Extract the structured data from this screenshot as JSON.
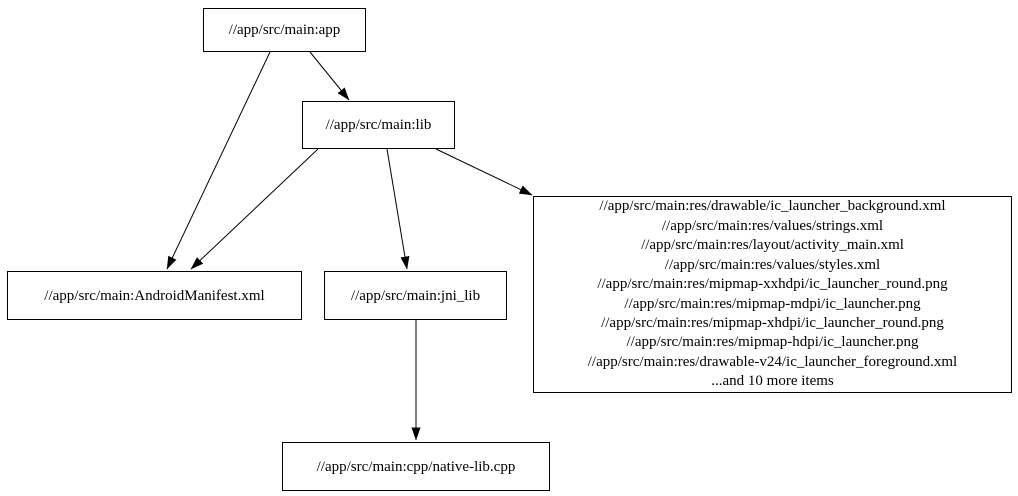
{
  "graph": {
    "colors": {
      "background": "#ffffff",
      "node_border": "#000000",
      "text": "#000000",
      "edge": "#000000"
    },
    "nodes": {
      "app": {
        "label": "//app/src/main:app"
      },
      "lib": {
        "label": "//app/src/main:lib"
      },
      "manifest": {
        "label": "//app/src/main:AndroidManifest.xml"
      },
      "jni_lib": {
        "label": "//app/src/main:jni_lib"
      },
      "res_group": {
        "lines": [
          "//app/src/main:res/drawable/ic_launcher_background.xml",
          "//app/src/main:res/values/strings.xml",
          "//app/src/main:res/layout/activity_main.xml",
          "//app/src/main:res/values/styles.xml",
          "//app/src/main:res/mipmap-xxhdpi/ic_launcher_round.png",
          "//app/src/main:res/mipmap-mdpi/ic_launcher.png",
          "//app/src/main:res/mipmap-xhdpi/ic_launcher_round.png",
          "//app/src/main:res/mipmap-hdpi/ic_launcher.png",
          "//app/src/main:res/drawable-v24/ic_launcher_foreground.xml",
          "...and 10 more items"
        ]
      },
      "native_lib": {
        "label": "//app/src/main:cpp/native-lib.cpp"
      }
    },
    "edges": [
      {
        "from": "//app/src/main:app",
        "to": "//app/src/main:lib"
      },
      {
        "from": "//app/src/main:app",
        "to": "//app/src/main:AndroidManifest.xml"
      },
      {
        "from": "//app/src/main:lib",
        "to": "//app/src/main:AndroidManifest.xml"
      },
      {
        "from": "//app/src/main:lib",
        "to": "//app/src/main:jni_lib"
      },
      {
        "from": "//app/src/main:lib",
        "to": "res_group"
      },
      {
        "from": "//app/src/main:jni_lib",
        "to": "//app/src/main:cpp/native-lib.cpp"
      }
    ]
  }
}
